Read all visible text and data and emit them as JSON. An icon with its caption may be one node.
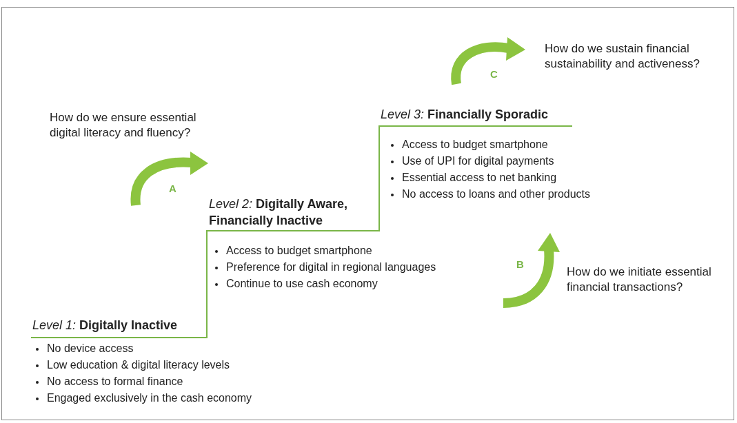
{
  "diagram": {
    "labels": [
      "How do we sustain financial sustainability and activeness?",
      "C",
      "How do we ensure essential digital literacy and fluency?",
      "*Level 3:* **Financially Sporadic**",
      "Access to budget smartphone",
      "Use of UPI for digital payments",
      "Essential access to net banking",
      "No access to loans and other products",
      "A",
      "*Level 2:* **Digitally Aware, Financially Inactive**",
      "Access to budget smartphone",
      "Preference for digital in regional languages",
      "Continue to use cash economy",
      "B",
      "How do we initiate essential financial transactions?",
      "*Level 1:* **Digitally Inactive**",
      "No device access",
      "Low education & digital literacy levels",
      "No access to formal finance",
      "Engaged exclusively in the cash economy"
    ]
  }
}
